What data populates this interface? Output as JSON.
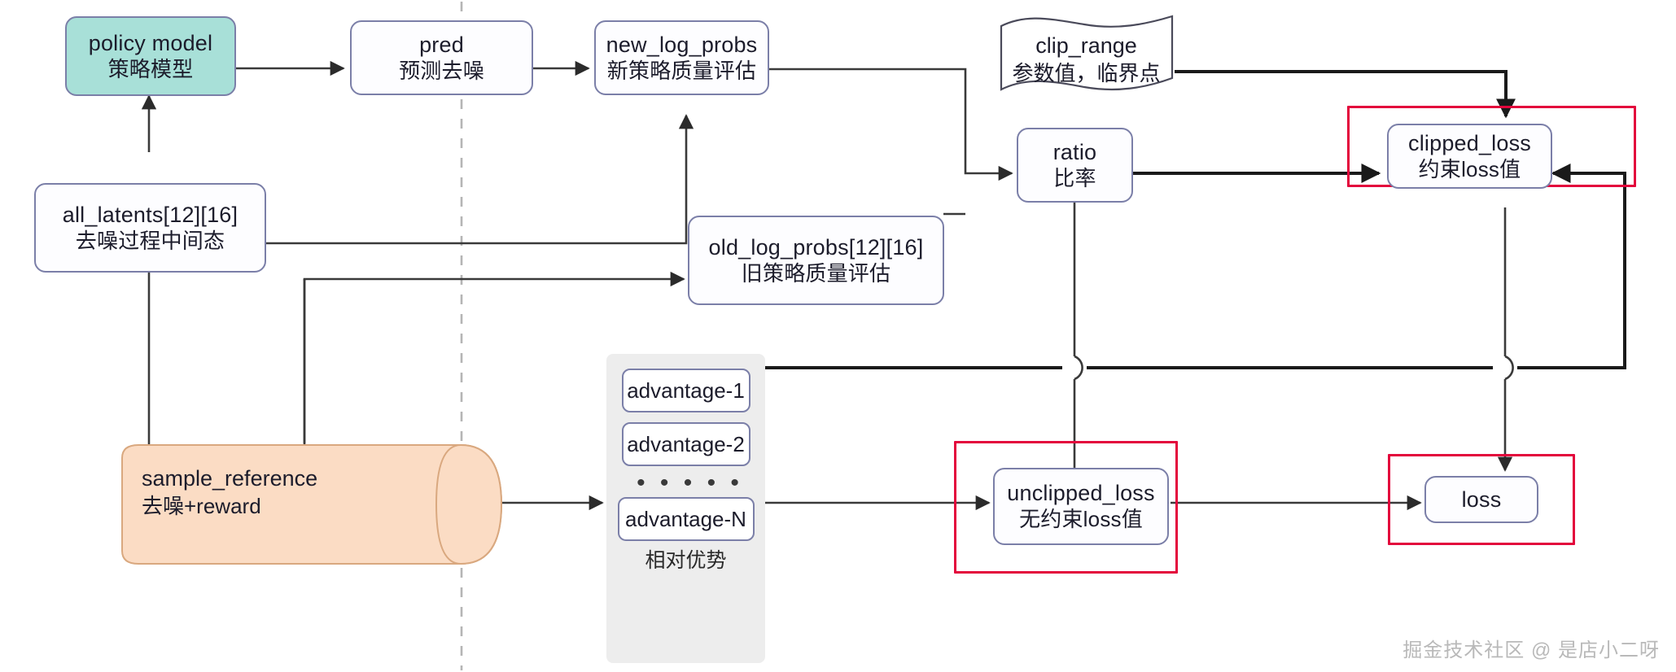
{
  "diagram": {
    "title": "PPO / GRPO diffusion policy loss flow",
    "accent_red": "#e3063c",
    "node_border": "#7b7fa8",
    "green_fill": "#a8e0d8",
    "cylinder_fill": "#fbdcc4",
    "panel_fill": "#ededed",
    "divider": "dashed-vertical-separator"
  },
  "nodes": {
    "policy_model": {
      "l1": "policy model",
      "l2": "策略模型"
    },
    "pred": {
      "l1": "pred",
      "l2": "预测去噪"
    },
    "new_log_probs": {
      "l1": "new_log_probs",
      "l2": "新策略质量评估"
    },
    "all_latents": {
      "l1": "all_latents[12][16]",
      "l2": "去噪过程中间态"
    },
    "old_log_probs": {
      "l1": "old_log_probs[12][16]",
      "l2": "旧策略质量评估"
    },
    "ratio": {
      "l1": "ratio",
      "l2": "比率"
    },
    "clip_range": {
      "l1": "clip_range",
      "l2": "参数值，临界点"
    },
    "clipped_loss": {
      "l1": "clipped_loss",
      "l2": "约束loss值"
    },
    "unclipped_loss": {
      "l1": "unclipped_loss",
      "l2": "无约束loss值"
    },
    "loss": {
      "l1": "loss",
      "l2": ""
    },
    "sample_reference": {
      "l1": "sample_reference",
      "l2": "去噪+reward"
    }
  },
  "advantages": {
    "items": [
      "advantage-1",
      "advantage-2",
      "advantage-N"
    ],
    "ellipsis": "• • • • •",
    "caption": "相对优势"
  },
  "watermark": {
    "text": "掘金技术社区 @ 是店小二呀"
  }
}
